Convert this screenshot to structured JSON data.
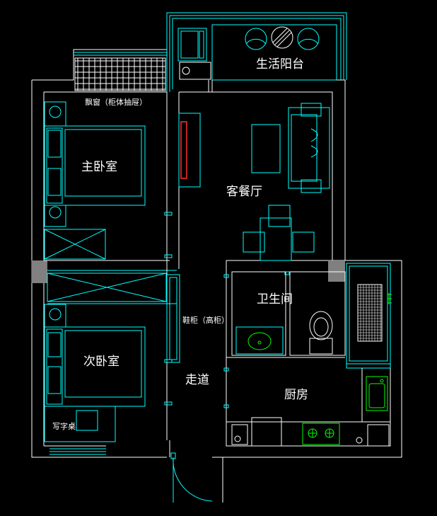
{
  "labels": {
    "balcony": "生活阳台",
    "bay_window": "飘窗（柜体抽屉）",
    "master_bedroom": "主卧室",
    "living_dining": "客餐厅",
    "bathroom": "卫生间",
    "shoe_cabinet": "鞋柜（高柜）",
    "second_bedroom": "次卧室",
    "corridor": "走道",
    "kitchen": "厨房",
    "desk": "写字桌"
  },
  "colors": {
    "background": "#000000",
    "wall": "#ffffff",
    "furniture": "#00ffff",
    "sofa_tv": "#ff3030",
    "fixture": "#00ff00",
    "column": "#808080"
  },
  "icons": [
    "washing-machine-icon",
    "armchair-icon",
    "round-table-icon",
    "toilet-icon",
    "sink-icon",
    "stove-icon",
    "bed-icon",
    "sofa-icon"
  ]
}
